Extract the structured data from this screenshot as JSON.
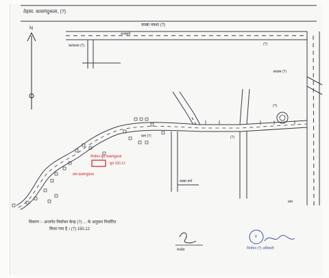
{
  "header": {
    "title_line": "तेहसा. कासगंदुकला, (?)",
    "subtitle": "कस्बा नक्शा (?)"
  },
  "north_label": "N",
  "roads": {
    "top_road": "राजमार्ग"
  },
  "places": {
    "left_top": "कायालय (?)",
    "right_top": "(?)",
    "right_mid": "आवास (?)",
    "center_block": "ग्राम (?)",
    "center_bottom": "कस्बा मार्ग",
    "right_bottom": "ग्राम",
    "right_circle": "(?)",
    "mid_label": "(?)"
  },
  "highlight": {
    "box_text": "निर्वाचन बूथ कासगंदुकला",
    "box_sub": "बूथ 150.12",
    "annotation": "ग्राम कासगंदुकला"
  },
  "footer": {
    "line1": "विवरण :- अन्तर्गत निर्वाचन केन्द्र (?) ... के अनुसार निर्धारित",
    "line2": "किया गया है । (?) 150.12",
    "signature_left": "मतदेय",
    "signature_right": "निर्वाचन (?) अधिकारी",
    "stamp_text": "8"
  },
  "colors": {
    "ink": "#2a2a33",
    "road": "#3a3a44",
    "highlight": "#d21e2a",
    "stamp": "#3a4fa8"
  }
}
